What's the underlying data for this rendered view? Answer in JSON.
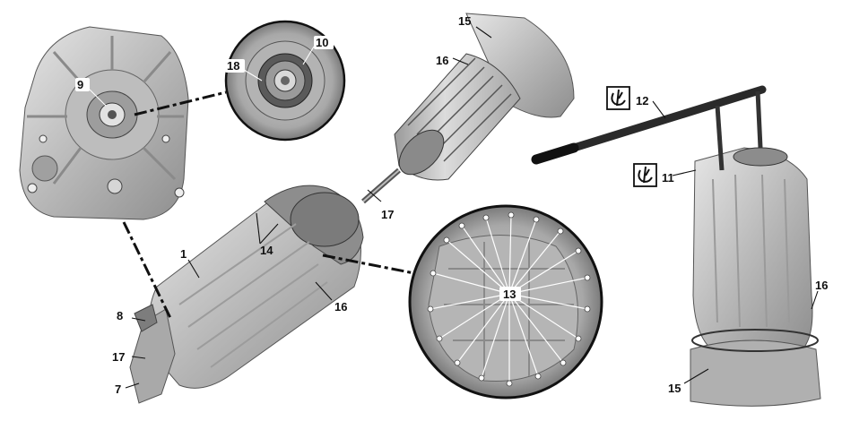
{
  "labels": {
    "l1": "1",
    "l7": "7",
    "l8": "8",
    "l9": "9",
    "l10": "10",
    "l11": "11",
    "l12": "12",
    "l13": "13",
    "l14": "14",
    "l15_top": "15",
    "l15_bottom": "15",
    "l16_top": "16",
    "l16_mid": "16",
    "l16_right": "16",
    "l17_left": "17",
    "l17_mid": "17",
    "l18": "18"
  },
  "icons": {
    "tool_icon_12": "special-tool-icon",
    "tool_icon_11": "special-tool-icon"
  }
}
